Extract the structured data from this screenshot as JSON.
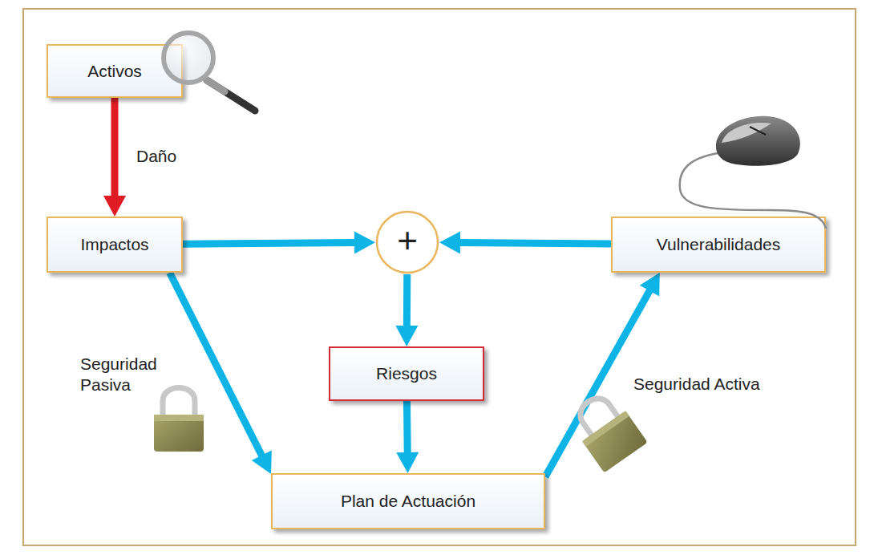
{
  "diagram": {
    "nodes": [
      {
        "text": [
          "Activos"
        ]
      },
      {
        "text": [
          "Impactos"
        ]
      },
      {
        "text": [
          "+"
        ]
      },
      {
        "text": [
          "Vulnerabilidades"
        ]
      },
      {
        "text": [
          "Riesgos"
        ]
      },
      {
        "text": [
          "Plan de Actuación"
        ]
      }
    ],
    "edges": [
      {
        "from": 0,
        "to": 1,
        "arrow": "to",
        "label": "Daño"
      },
      {
        "from": 1,
        "to": 2,
        "arrow": "to"
      },
      {
        "from": 3,
        "to": 2,
        "arrow": "to"
      },
      {
        "from": 2,
        "to": 4,
        "arrow": "to"
      },
      {
        "from": 4,
        "to": 5,
        "arrow": "to"
      },
      {
        "from": 1,
        "to": 5,
        "arrow": "to",
        "label": "Seguridad Pasiva"
      },
      {
        "from": 5,
        "to": 3,
        "arrow": "to",
        "label": "Seguridad Activa"
      }
    ]
  }
}
